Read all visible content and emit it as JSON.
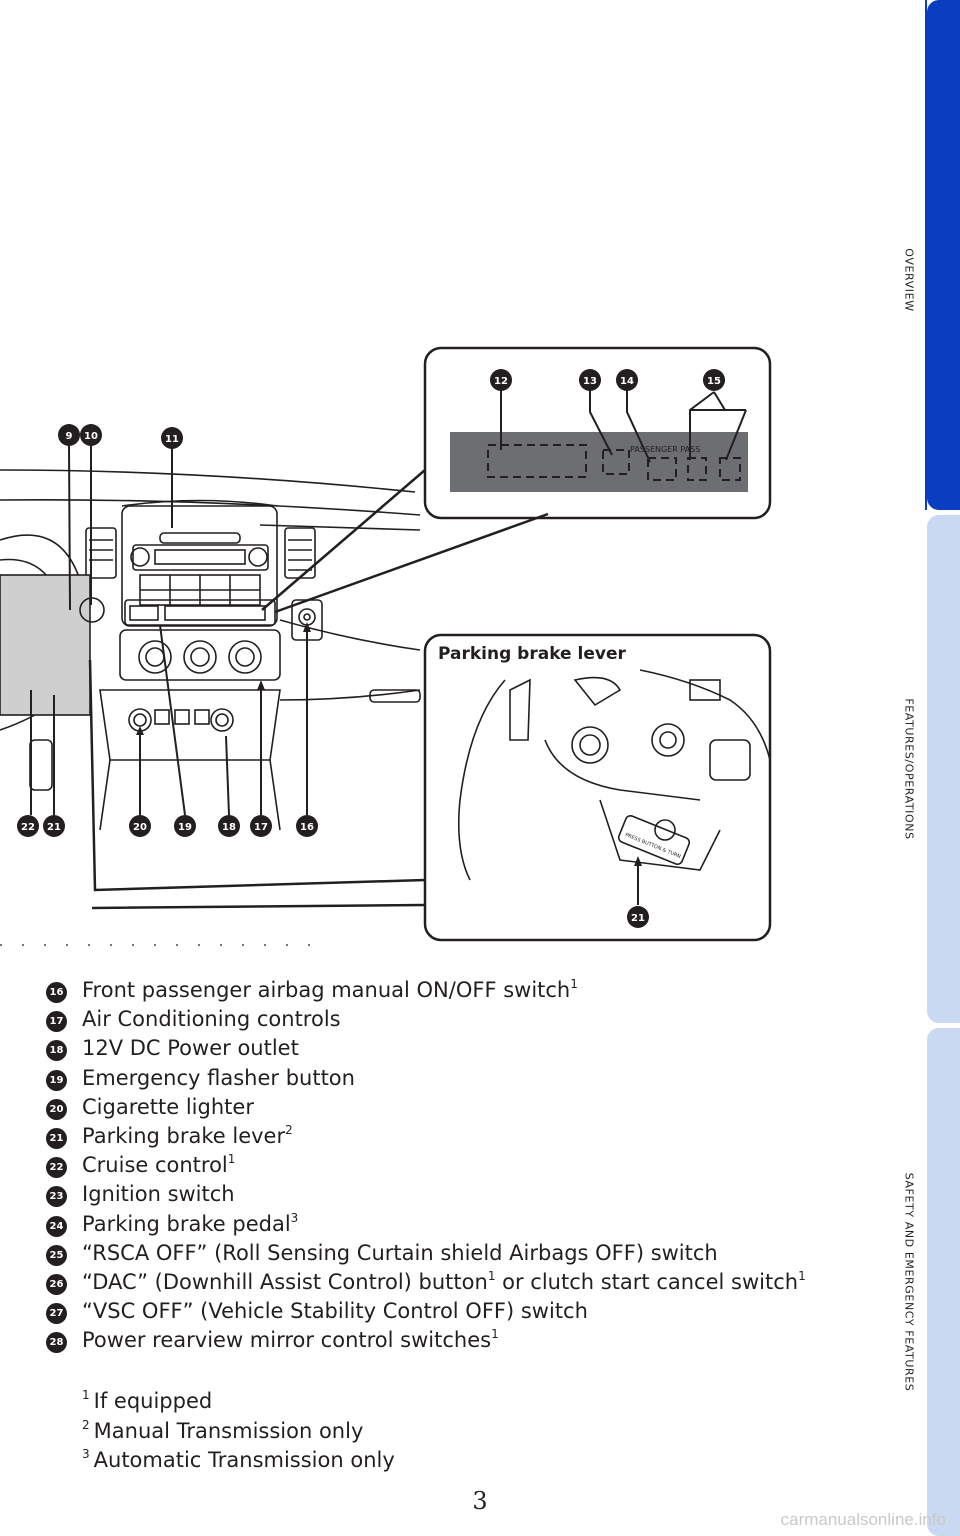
{
  "tabs": [
    {
      "label": "OVERVIEW",
      "color": "#0a3dbf",
      "active": true
    },
    {
      "label": "FEATURES/OPERATIONS",
      "color": "#c9d9f2",
      "active": false
    },
    {
      "label": "SAFETY AND EMERGENCY FEATURES",
      "color": "#c9d9f2",
      "active": false
    }
  ],
  "illustration": {
    "inset_caption": "Parking brake lever",
    "callouts": [
      "9",
      "10",
      "11",
      "12",
      "13",
      "14",
      "15",
      "16",
      "17",
      "18",
      "19",
      "20",
      "21",
      "22"
    ],
    "inset_callout": "21",
    "airbag_panel_text": "PASSENGER  PASS",
    "lever_text": "PRESS BUTTON & TURN"
  },
  "legend": [
    {
      "num": "16",
      "text": "Front passenger airbag manual ON/OFF switch",
      "sup": "1"
    },
    {
      "num": "17",
      "text": "Air Conditioning controls",
      "sup": ""
    },
    {
      "num": "18",
      "text": "12V DC Power outlet",
      "sup": ""
    },
    {
      "num": "19",
      "text": "Emergency flasher button",
      "sup": ""
    },
    {
      "num": "20",
      "text": "Cigarette lighter",
      "sup": ""
    },
    {
      "num": "21",
      "text": "Parking brake lever",
      "sup": "2"
    },
    {
      "num": "22",
      "text": "Cruise control",
      "sup": "1"
    },
    {
      "num": "23",
      "text": "Ignition switch",
      "sup": ""
    },
    {
      "num": "24",
      "text": "Parking brake pedal",
      "sup": "3"
    },
    {
      "num": "25",
      "text": "“RSCA OFF” (Roll Sensing Curtain shield Airbags OFF) switch",
      "sup": ""
    },
    {
      "num": "26",
      "text": "“DAC” (Downhill Assist Control) button",
      "sup": "1",
      "text2": " or clutch start cancel switch",
      "sup2": "1"
    },
    {
      "num": "27",
      "text": "“VSC OFF” (Vehicle Stability Control OFF) switch",
      "sup": ""
    },
    {
      "num": "28",
      "text": "Power rearview mirror control switches",
      "sup": "1"
    }
  ],
  "footnotes": [
    {
      "mark": "1",
      "text": "If equipped"
    },
    {
      "mark": "2",
      "text": "Manual Transmission only"
    },
    {
      "mark": "3",
      "text": "Automatic Transmission only"
    }
  ],
  "page_number": "3",
  "watermark": "carmanualsonline.info"
}
